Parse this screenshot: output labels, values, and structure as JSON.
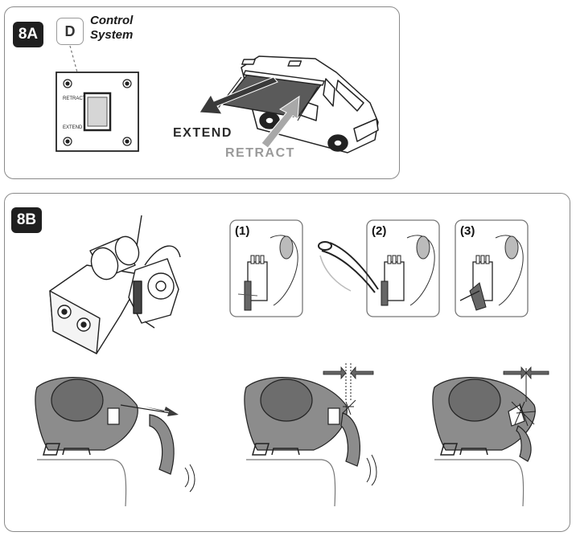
{
  "panel_8a": {
    "badge": "8A",
    "control_letter": "D",
    "control_title_line1": "Control",
    "control_title_line2": "System",
    "switch_label_top": "RETRACT",
    "switch_label_bottom": "EXTEND",
    "extend_label": "EXTEND",
    "retract_label": "RETRACT"
  },
  "panel_8b": {
    "badge": "8B",
    "steps": [
      "(1)",
      "(2)",
      "(3)"
    ]
  },
  "colors": {
    "badge_bg": "#1f1f1f",
    "awning_gray": "#8c8c8c",
    "dark_arrow": "#3a3a3a",
    "light_arrow": "#a8a8a8",
    "line": "#222222"
  }
}
